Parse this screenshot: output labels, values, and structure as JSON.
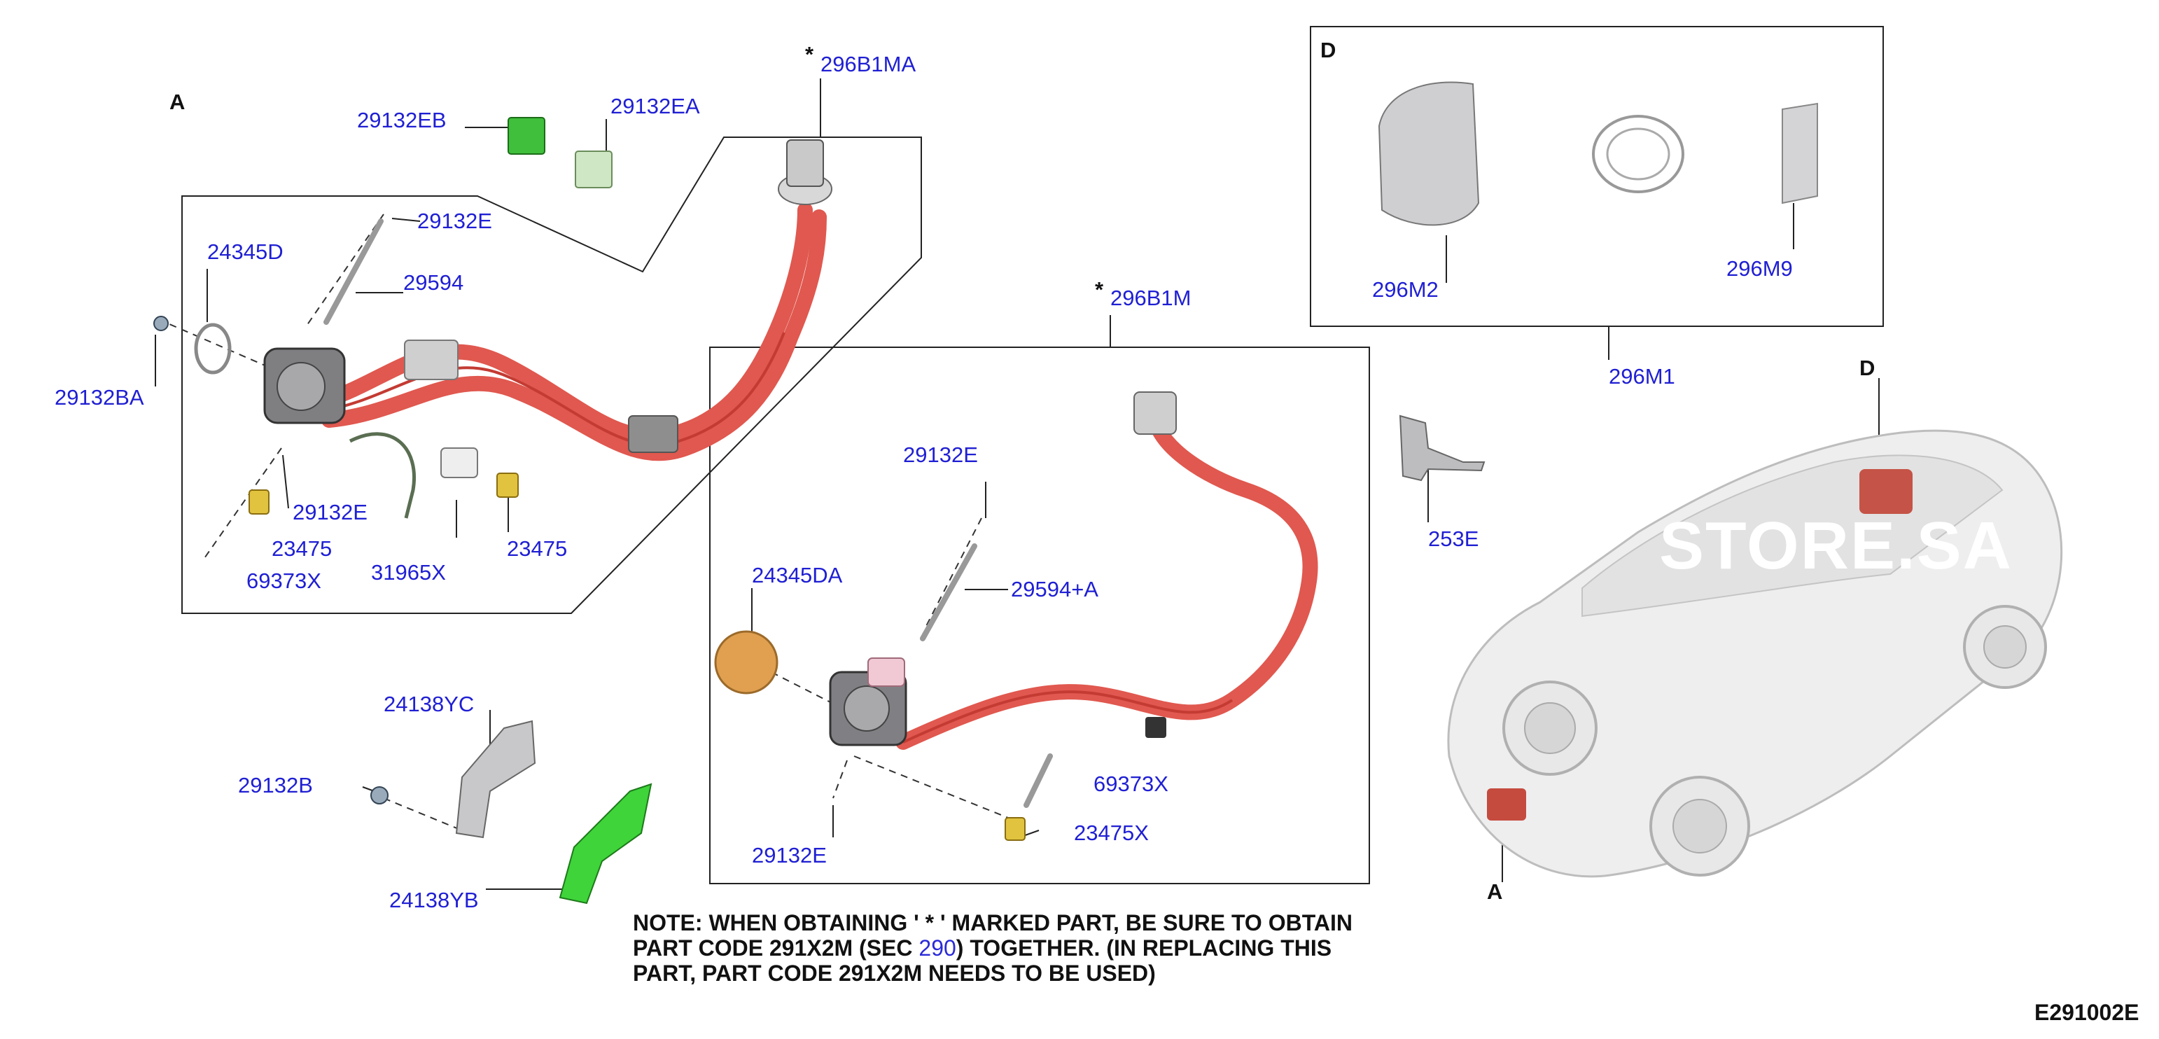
{
  "callouts": {
    "A_main": "A",
    "D_box": "D",
    "D_car": "D",
    "A_car": "A",
    "star1": "*",
    "star2": "*"
  },
  "parts": {
    "p296B1MA": "296B1MA",
    "p29132EB": "29132EB",
    "p29132EA": "29132EA",
    "p29132E_top": "29132E",
    "p24345D": "24345D",
    "p29594": "29594",
    "p29132BA": "29132BA",
    "p29132E_mid": "29132E",
    "p23475_a": "23475",
    "p23475_b": "23475",
    "p69373X_a": "69373X",
    "p31965X": "31965X",
    "p296B1M": "296B1M",
    "p29132E_r": "29132E",
    "p29594A": "29594+A",
    "p24345DA": "24345DA",
    "p69373X_b": "69373X",
    "p23475X": "23475X",
    "p29132E_b": "29132E",
    "p296M2": "296M2",
    "p296M9": "296M9",
    "p296M1": "296M1",
    "p253E": "253E",
    "p24138YC": "24138YC",
    "p29132B": "29132B",
    "p24138YB": "24138YB"
  },
  "watermark": "STORE.SA",
  "note": {
    "line1": "NOTE: WHEN OBTAINING ' * ' MARKED PART, BE SURE TO OBTAIN",
    "line2_pre": "PART CODE 291X2M (SEC ",
    "line2_link": "290",
    "line2_post": ") TOGETHER. (IN REPLACING THIS",
    "line3": "PART, PART CODE 291X2M NEEDS TO BE USED)"
  },
  "diagram_code": "E291002E",
  "colors": {
    "label_blue": "#1f1fd4",
    "hose_red": "#e0584f",
    "bracket_green": "#39c12e",
    "heater_orange": "#e0a050",
    "highlight_red": "#c0392b"
  }
}
